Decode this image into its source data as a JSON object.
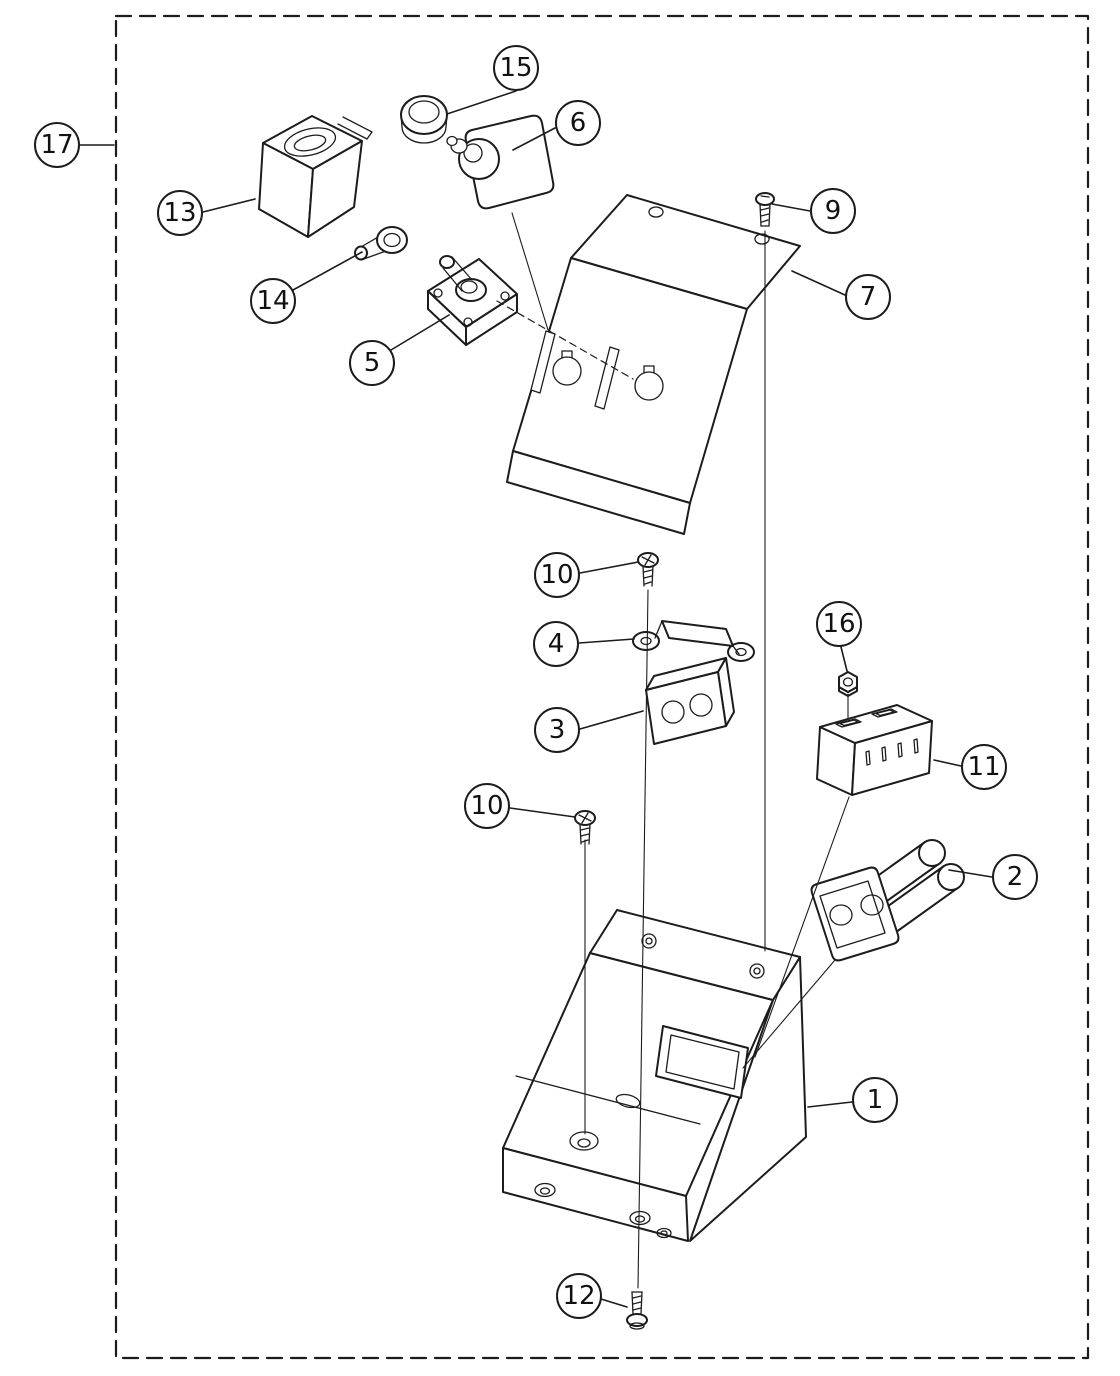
{
  "diagram": {
    "type": "exploded-parts-diagram",
    "background": "#ffffff",
    "line_color": "#1c1c1c",
    "boundary": {
      "style": "dashed",
      "label": "17"
    },
    "callouts": [
      {
        "label": "15",
        "part": "button-cap"
      },
      {
        "label": "6",
        "part": "knob-switch"
      },
      {
        "label": "9",
        "part": "screw-top"
      },
      {
        "label": "13",
        "part": "switch-housing"
      },
      {
        "label": "14",
        "part": "plunger-pin"
      },
      {
        "label": "7",
        "part": "control-panel-bracket"
      },
      {
        "label": "5",
        "part": "toggle-switch"
      },
      {
        "label": "10",
        "part": "screw-upper"
      },
      {
        "label": "4",
        "part": "clamp-strap"
      },
      {
        "label": "16",
        "part": "nut"
      },
      {
        "label": "3",
        "part": "spacer-block"
      },
      {
        "label": "11",
        "part": "terminal-block"
      },
      {
        "label": "10",
        "part": "screw-lower"
      },
      {
        "label": "2",
        "part": "connector-with-tubes"
      },
      {
        "label": "1",
        "part": "base-enclosure"
      },
      {
        "label": "12",
        "part": "screw-bottom"
      },
      {
        "label": "17",
        "part": "assembly-boundary"
      }
    ]
  }
}
